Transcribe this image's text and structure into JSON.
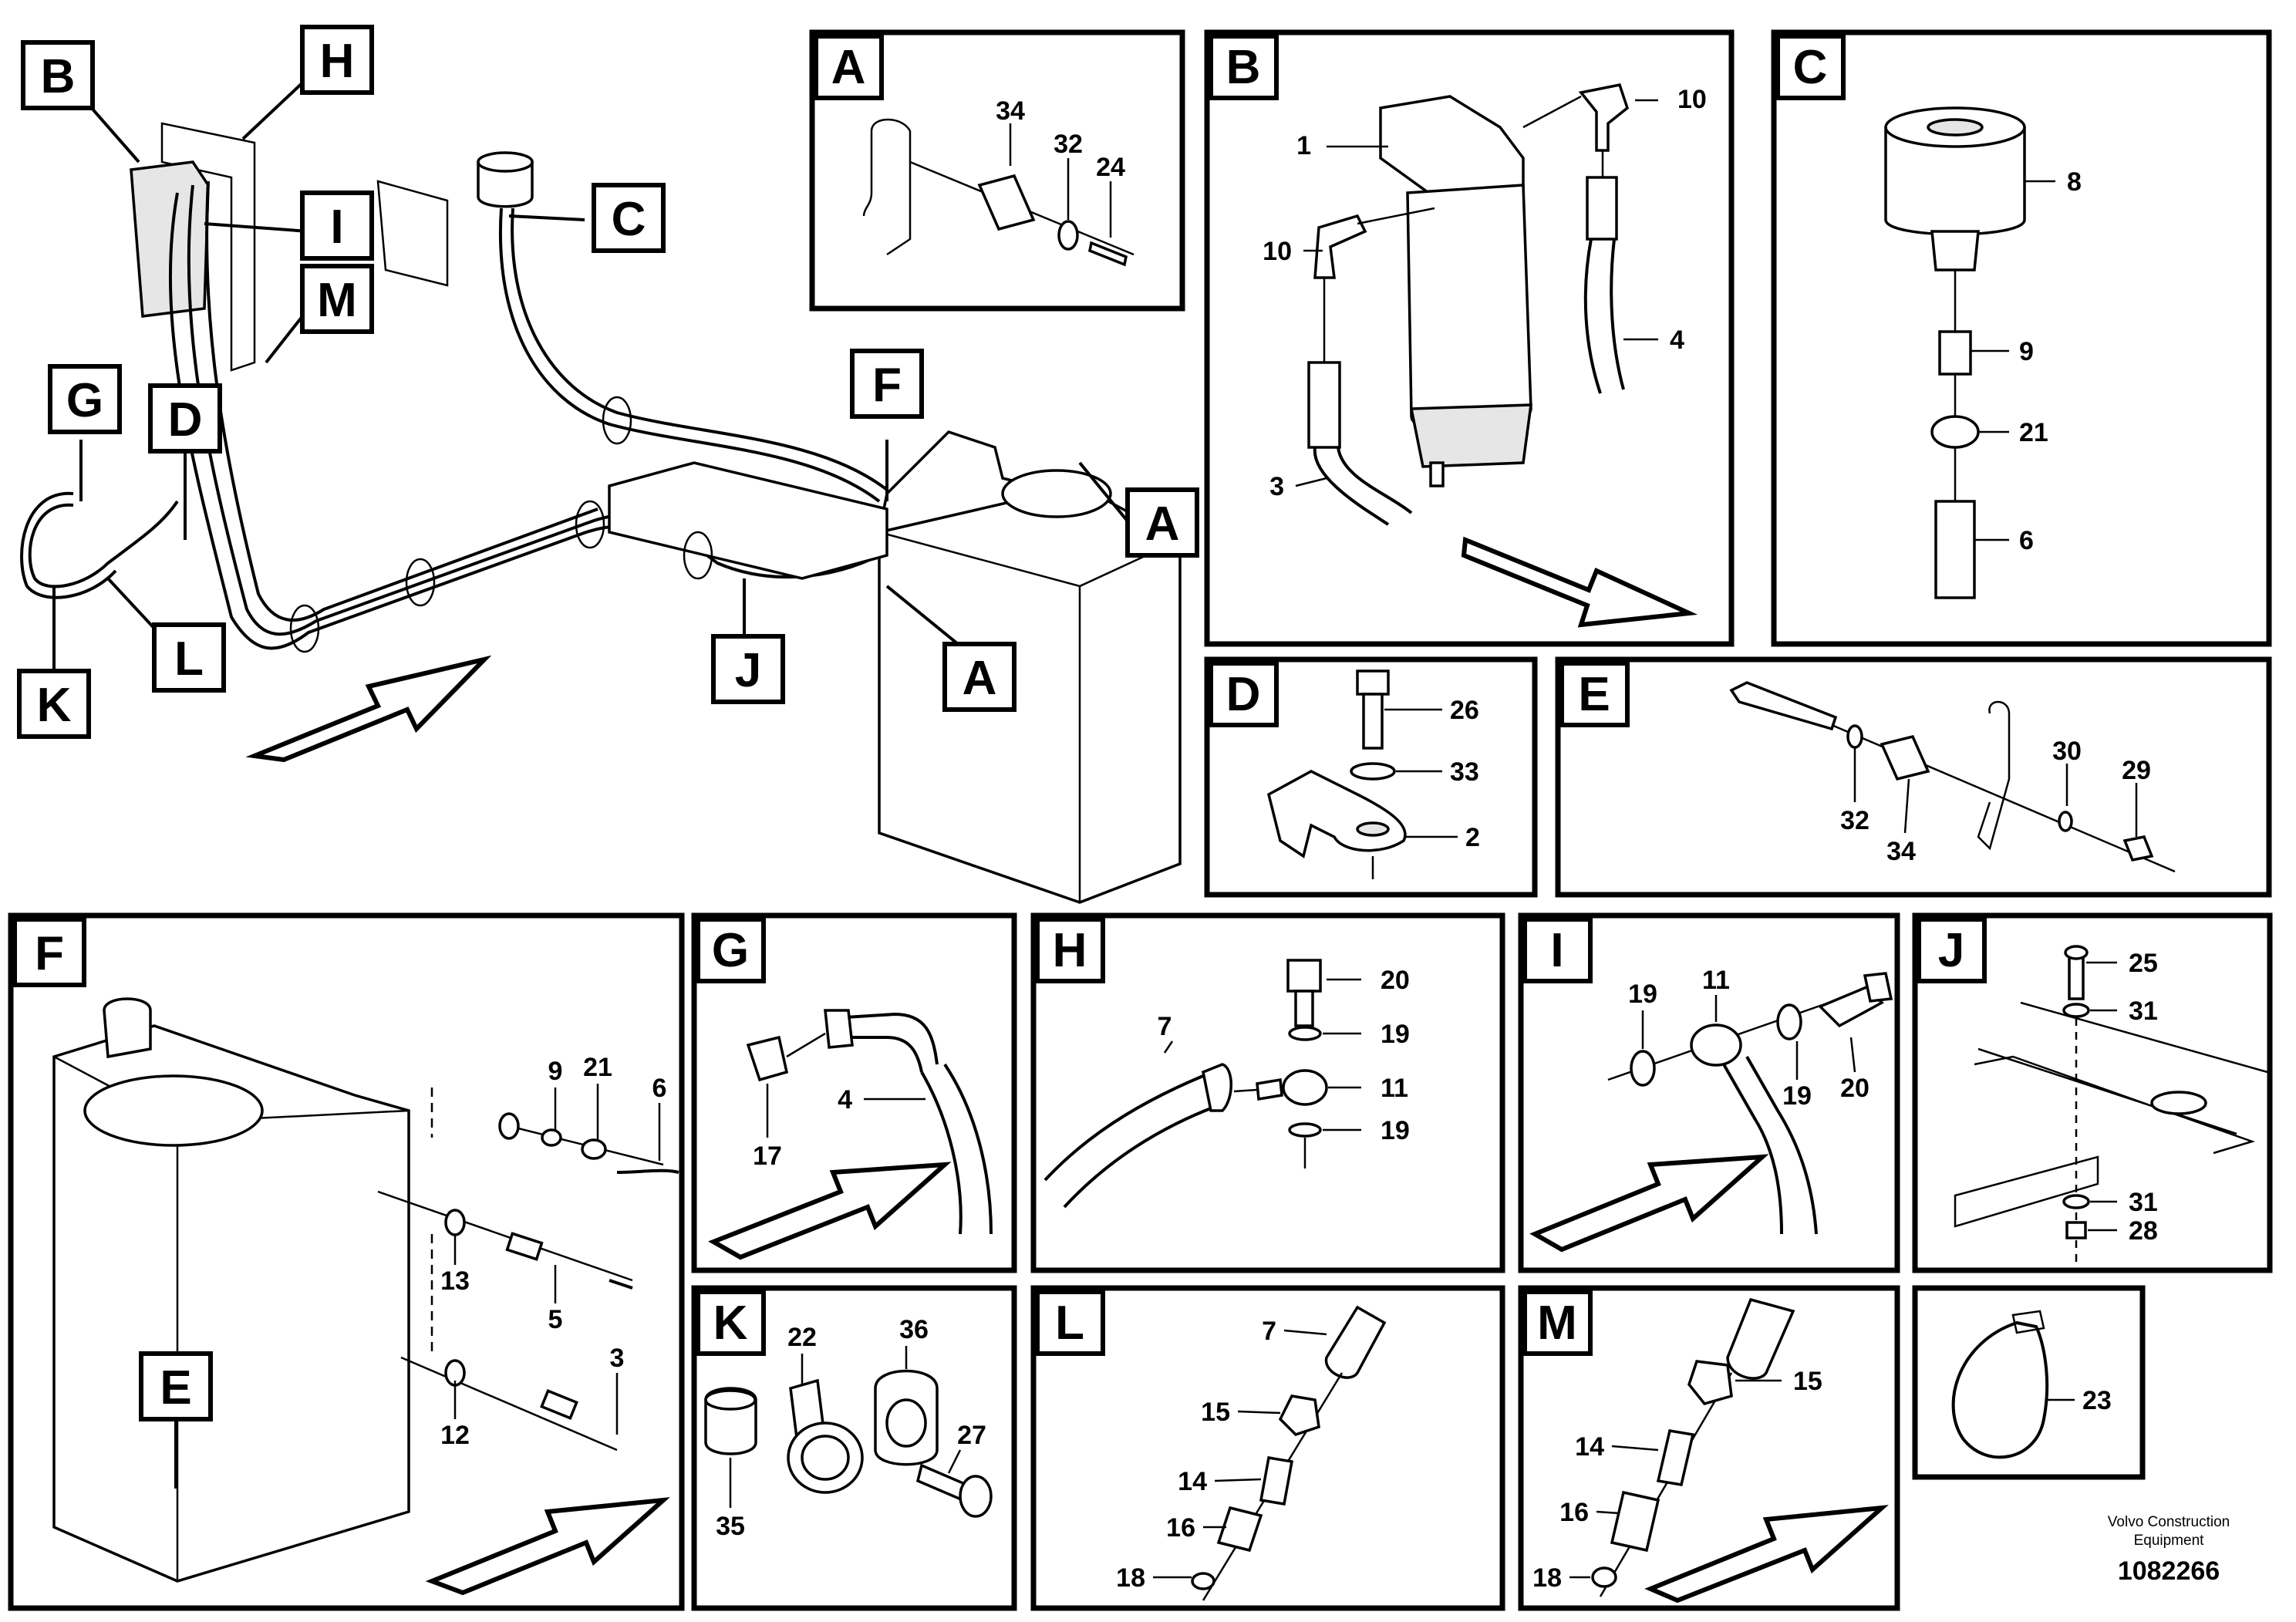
{
  "overview": {
    "callouts": [
      "B",
      "H",
      "I",
      "M",
      "C",
      "G",
      "D",
      "F",
      "A",
      "A",
      "L",
      "K",
      "J"
    ]
  },
  "panels": [
    {
      "id": "A",
      "label": "A",
      "parts": [
        "34",
        "32",
        "24"
      ]
    },
    {
      "id": "B",
      "label": "B",
      "parts": [
        "1",
        "10",
        "10",
        "4",
        "3"
      ]
    },
    {
      "id": "C",
      "label": "C",
      "parts": [
        "8",
        "9",
        "21",
        "6"
      ]
    },
    {
      "id": "D",
      "label": "D",
      "parts": [
        "26",
        "33",
        "2"
      ]
    },
    {
      "id": "E",
      "label": "E",
      "parts": [
        "32",
        "34",
        "30",
        "29"
      ]
    },
    {
      "id": "F",
      "label": "F",
      "parts": [
        "9",
        "21",
        "6",
        "13",
        "5",
        "3",
        "12"
      ],
      "inner_tag": "E"
    },
    {
      "id": "G",
      "label": "G",
      "parts": [
        "17",
        "4"
      ]
    },
    {
      "id": "H",
      "label": "H",
      "parts": [
        "20",
        "7",
        "19",
        "11",
        "19"
      ]
    },
    {
      "id": "I",
      "label": "I",
      "parts": [
        "19",
        "11",
        "19",
        "20"
      ]
    },
    {
      "id": "J",
      "label": "J",
      "parts": [
        "25",
        "31",
        "31",
        "28"
      ]
    },
    {
      "id": "K",
      "label": "K",
      "parts": [
        "22",
        "36",
        "27",
        "35"
      ]
    },
    {
      "id": "L",
      "label": "L",
      "parts": [
        "7",
        "15",
        "14",
        "16",
        "18"
      ]
    },
    {
      "id": "M",
      "label": "M",
      "parts": [
        "15",
        "14",
        "16",
        "18"
      ]
    },
    {
      "id": "clip",
      "label": "",
      "parts": [
        "23"
      ]
    }
  ],
  "footer": {
    "company_line1": "Volvo Construction",
    "company_line2": "Equipment",
    "doc_number": "1082266"
  }
}
